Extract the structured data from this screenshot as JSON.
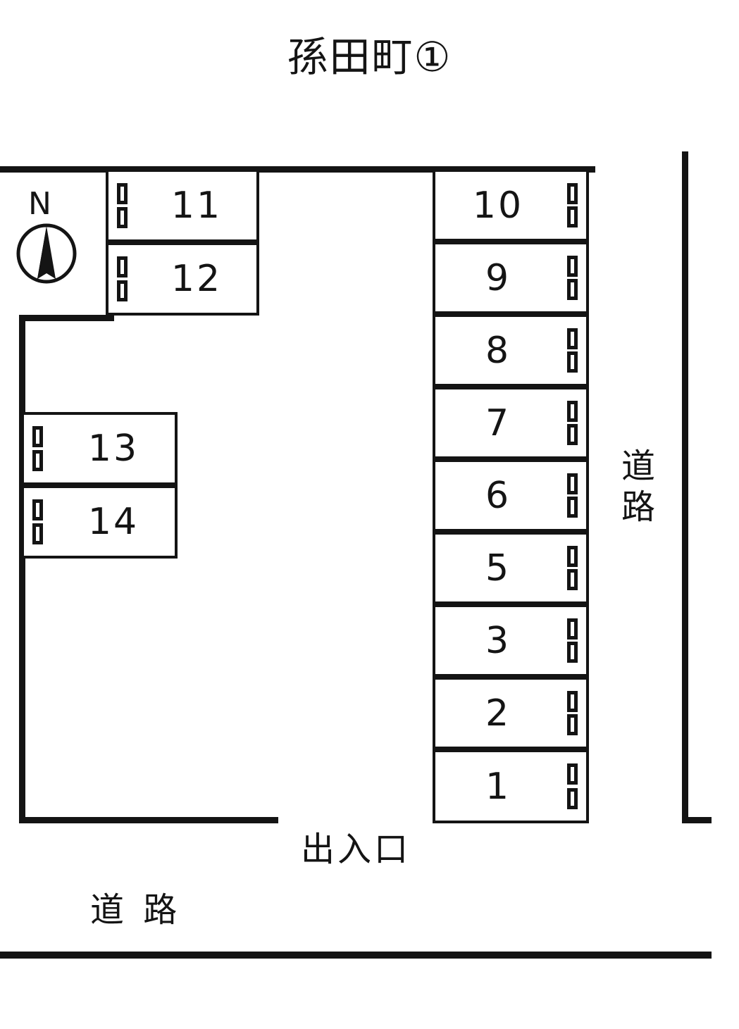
{
  "title": "孫田町①",
  "compass": {
    "north_label": "N",
    "icon": "compass-rose-icon"
  },
  "annotations": {
    "road_right": "道路",
    "road_bottom": "道 路",
    "entrance": "出入口"
  },
  "colors": {
    "ink": "#141414",
    "paper": "#ffffff"
  },
  "parking": {
    "right_column": [
      {
        "number": "10",
        "marker_side": "right"
      },
      {
        "number": "9",
        "marker_side": "right"
      },
      {
        "number": "8",
        "marker_side": "right"
      },
      {
        "number": "7",
        "marker_side": "right"
      },
      {
        "number": "6",
        "marker_side": "right"
      },
      {
        "number": "5",
        "marker_side": "right"
      },
      {
        "number": "3",
        "marker_side": "right"
      },
      {
        "number": "2",
        "marker_side": "right"
      },
      {
        "number": "1",
        "marker_side": "right"
      }
    ],
    "top_left_block": [
      {
        "number": "11",
        "marker_side": "left"
      },
      {
        "number": "12",
        "marker_side": "left"
      }
    ],
    "mid_left_block": [
      {
        "number": "13",
        "marker_side": "left"
      },
      {
        "number": "14",
        "marker_side": "left"
      }
    ]
  }
}
